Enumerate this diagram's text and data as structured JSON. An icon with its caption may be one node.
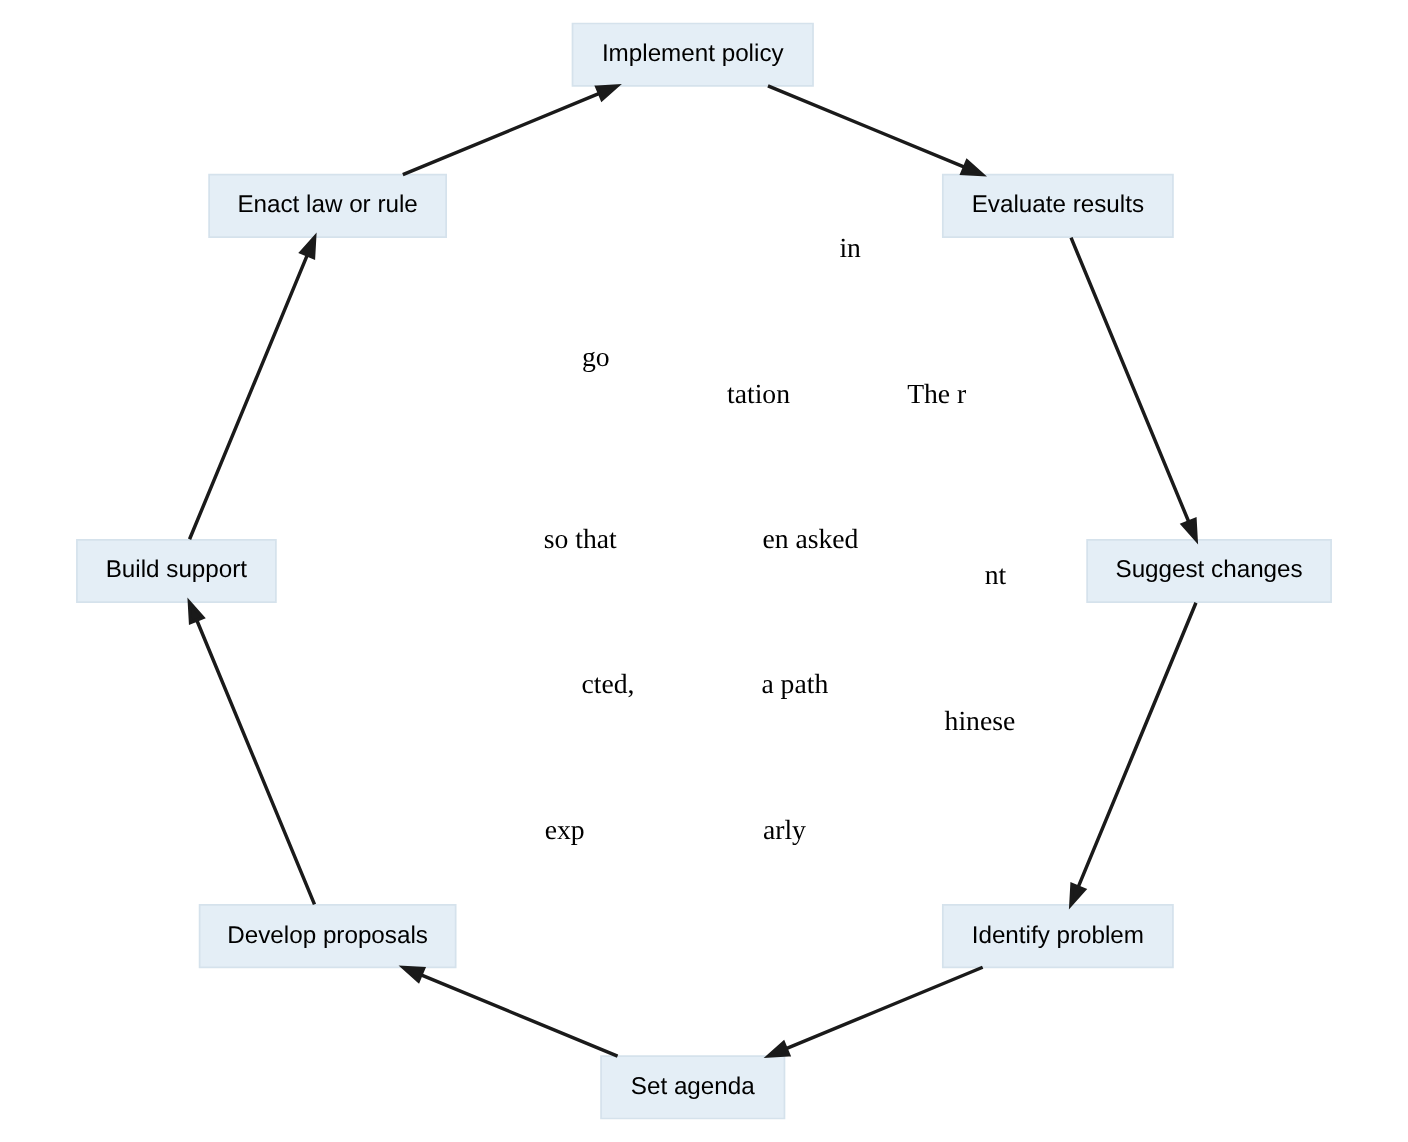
{
  "diagram": {
    "nodes": [
      {
        "text": [
          "Identify problem"
        ]
      },
      {
        "text": [
          "Set agenda"
        ]
      },
      {
        "text": [
          "Develop proposals"
        ]
      },
      {
        "text": [
          "Build support"
        ]
      },
      {
        "text": [
          "Enact law or rule"
        ]
      },
      {
        "text": [
          "Implement policy"
        ]
      },
      {
        "text": [
          "Evaluate results"
        ]
      },
      {
        "text": [
          "Suggest changes"
        ]
      }
    ],
    "edges": [
      {
        "from": 0,
        "to": 1,
        "arrow": "to"
      },
      {
        "from": 1,
        "to": 2,
        "arrow": "to"
      },
      {
        "from": 2,
        "to": 3,
        "arrow": "to"
      },
      {
        "from": 3,
        "to": 4,
        "arrow": "to"
      },
      {
        "from": 4,
        "to": 5,
        "arrow": "to"
      },
      {
        "from": 5,
        "to": 6,
        "arrow": "to"
      },
      {
        "from": 6,
        "to": 7,
        "arrow": "to"
      },
      {
        "from": 7,
        "to": 0,
        "arrow": "to"
      }
    ],
    "labels": [
      "a path",
      "cted,",
      "The r",
      "tation",
      "go",
      "nt",
      "arly",
      "hinese",
      "en asked",
      "in",
      "exp",
      "so that"
    ]
  }
}
